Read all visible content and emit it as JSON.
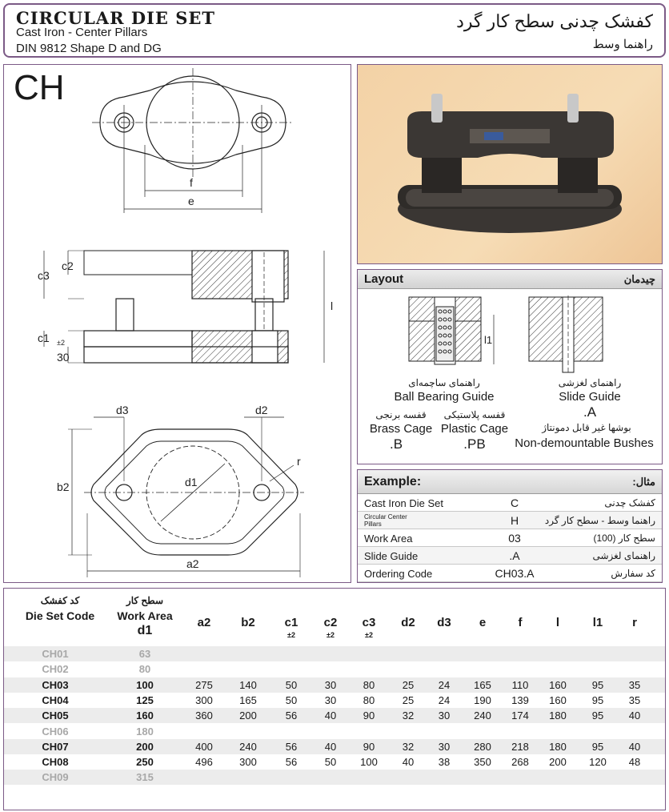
{
  "header": {
    "title": "CIRCULAR DIE SET",
    "subtitle1": "Cast Iron - Center Pillars",
    "subtitle2": "DIN 9812 Shape D and DG",
    "title_fa": "کفشک چدنی سطح کار گرد",
    "subtitle_fa": "راهنما وسط"
  },
  "drawing": {
    "code": "CH",
    "labels": {
      "f": "f",
      "e": "e",
      "c2": "c2",
      "c3": "c3",
      "c1": "c1",
      "t30": "30",
      "tol": "±2",
      "l": "l",
      "d3": "d3",
      "d2": "d2",
      "d1": "d1",
      "r": "r",
      "b2": "b2",
      "a2": "a2"
    }
  },
  "layout": {
    "title": "Layout",
    "title_fa": "چیدمان",
    "ball_fa": "راهنمای ساچمه‌ای",
    "ball_en": "Ball Bearing Guide",
    "slide_fa": "راهنمای لغزشی",
    "slide_en": "Slide Guide",
    "slide_code": ".A",
    "brass_fa": "قفسه برنجی",
    "brass_en": "Brass Cage",
    "brass_code": ".B",
    "plastic_fa": "قفسه پلاستیکی",
    "plastic_en": "Plastic Cage",
    "plastic_code": ".PB",
    "bush_fa": "بوشها غیر قابل دمونتاژ",
    "bush_en": "Non-demountable Bushes",
    "l1_label": "l1"
  },
  "example": {
    "title": "Example:",
    "title_fa": "مثال:",
    "rows": [
      {
        "key": "Cast Iron Die Set",
        "value": "C",
        "fa": "کفشک چدنی"
      },
      {
        "key": "Circular Center Pillars",
        "value": "H",
        "fa": "راهنما وسط - سطح کار گرد"
      },
      {
        "key": "Work Area",
        "value": "03",
        "fa": "سطح کار (100)"
      },
      {
        "key": "Slide Guide",
        "value": ".A",
        "fa": "راهنمای لغزشی"
      },
      {
        "key": "Ordering Code",
        "value": "CH03.A",
        "fa": "کد سفارش"
      }
    ]
  },
  "table": {
    "head_code_fa": "کد کفشک",
    "head_code_en": "Die Set Code",
    "head_area_fa": "سطح کار",
    "head_area_en": "Work Area",
    "head_area_sym": "d1",
    "columns": [
      "a2",
      "b2",
      "c1",
      "c2",
      "c3",
      "d2",
      "d3",
      "e",
      "f",
      "l",
      "l1",
      "r"
    ],
    "tolerance": "±2",
    "rows": [
      {
        "code": "CH01",
        "area": "63",
        "vals": [
          "",
          "",
          "",
          "",
          "",
          "",
          "",
          "",
          "",
          "",
          "",
          ""
        ]
      },
      {
        "code": "CH02",
        "area": "80",
        "vals": [
          "",
          "",
          "",
          "",
          "",
          "",
          "",
          "",
          "",
          "",
          "",
          ""
        ]
      },
      {
        "code": "CH03",
        "area": "100",
        "vals": [
          "275",
          "140",
          "50",
          "30",
          "80",
          "25",
          "24",
          "165",
          "110",
          "160",
          "95",
          "35"
        ]
      },
      {
        "code": "CH04",
        "area": "125",
        "vals": [
          "300",
          "165",
          "50",
          "30",
          "80",
          "25",
          "24",
          "190",
          "139",
          "160",
          "95",
          "35"
        ]
      },
      {
        "code": "CH05",
        "area": "160",
        "vals": [
          "360",
          "200",
          "56",
          "40",
          "90",
          "32",
          "30",
          "240",
          "174",
          "180",
          "95",
          "40"
        ]
      },
      {
        "code": "CH06",
        "area": "180",
        "vals": [
          "",
          "",
          "",
          "",
          "",
          "",
          "",
          "",
          "",
          "",
          "",
          ""
        ]
      },
      {
        "code": "CH07",
        "area": "200",
        "vals": [
          "400",
          "240",
          "56",
          "40",
          "90",
          "32",
          "30",
          "280",
          "218",
          "180",
          "95",
          "40"
        ]
      },
      {
        "code": "CH08",
        "area": "250",
        "vals": [
          "496",
          "300",
          "56",
          "50",
          "100",
          "40",
          "38",
          "350",
          "268",
          "200",
          "120",
          "48"
        ]
      },
      {
        "code": "CH09",
        "area": "315",
        "vals": [
          "",
          "",
          "",
          "",
          "",
          "",
          "",
          "",
          "",
          "",
          "",
          ""
        ]
      }
    ]
  }
}
